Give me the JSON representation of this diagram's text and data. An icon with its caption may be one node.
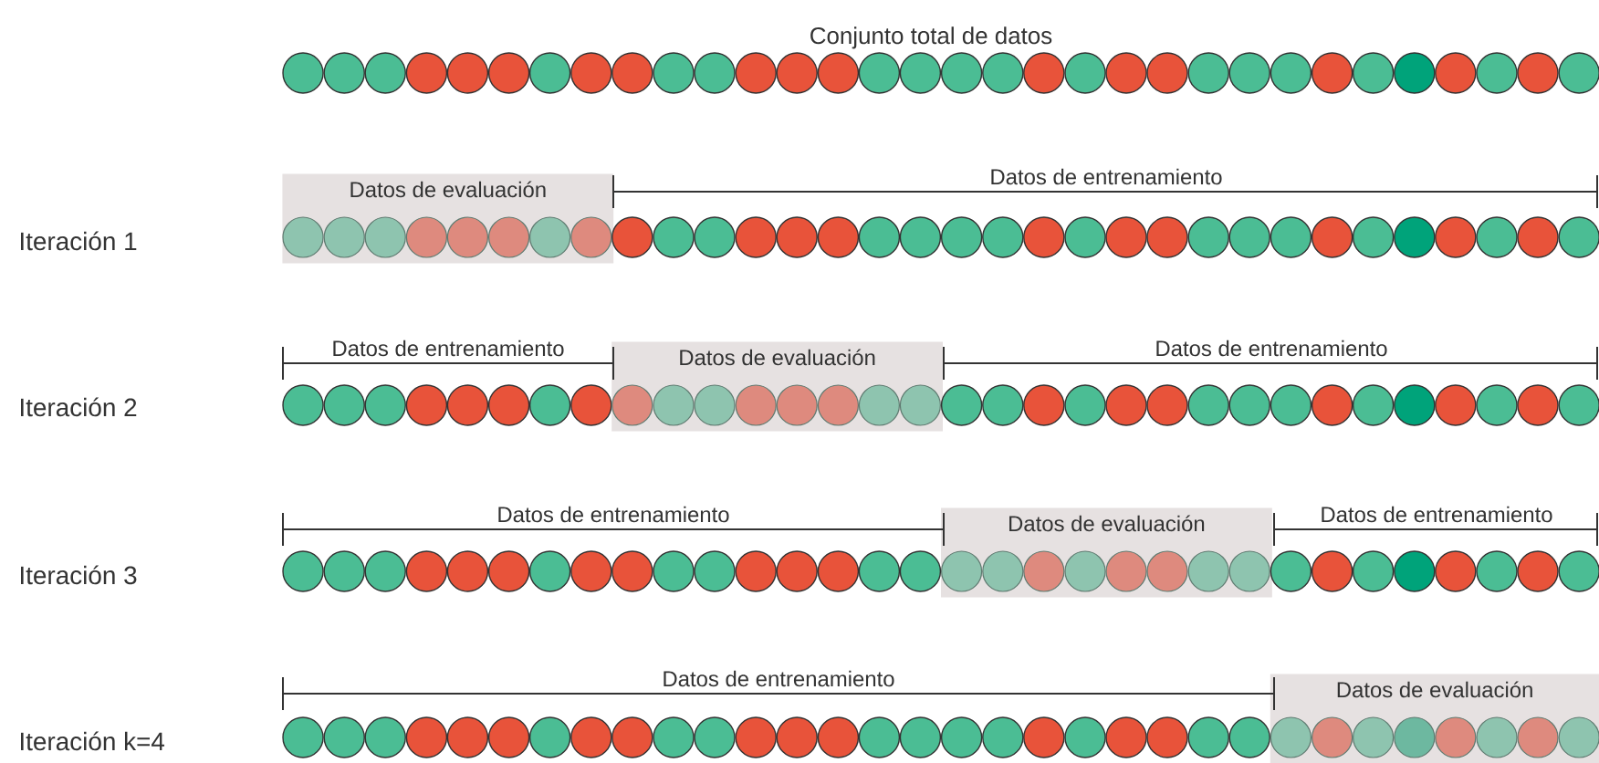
{
  "diagram": {
    "title": "Conjunto total de datos",
    "nodes": [
      {
        "text": [
          "Datos de evaluación"
        ]
      },
      {
        "text": [
          "Datos de evaluación"
        ]
      },
      {
        "text": [
          "Datos de evaluación"
        ]
      },
      {
        "text": [
          "Datos de evaluación"
        ]
      }
    ],
    "labels": [
      "Datos de entrenamiento",
      "Iteración 1",
      "Datos de entrenamiento",
      "Datos de entrenamiento",
      "Iteración 2",
      "Datos de entrenamiento",
      "Datos de entrenamiento",
      "Iteración 3",
      "Datos de entrenamiento",
      "Iteración k=4"
    ]
  }
}
